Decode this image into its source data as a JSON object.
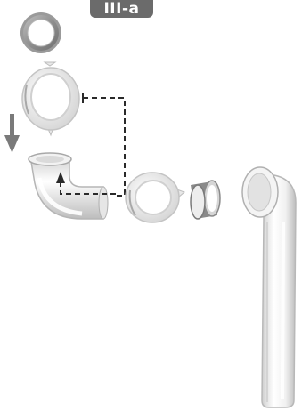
{
  "badge": {
    "label": "III-a"
  },
  "colors": {
    "pvc_light": "#f7f7f7",
    "pvc_mid": "#d8d8d8",
    "pvc_shadow": "#9a9a9a",
    "ring_gray": "#8a8a8a",
    "ring_inner": "#c9c9c9",
    "dashed_line": "#2a2a2a",
    "arrow_gray": "#7a7a7a",
    "badge_bg": "#6b6b6b"
  },
  "parts": [
    {
      "id": "slip-washer-top",
      "kind": "slip washer"
    },
    {
      "id": "slip-nut-vertical",
      "kind": "slip nut"
    },
    {
      "id": "elbow-fitting",
      "kind": "90 degree elbow"
    },
    {
      "id": "slip-nut-horizontal",
      "kind": "slip nut"
    },
    {
      "id": "slip-washer-horizontal",
      "kind": "slip washer"
    },
    {
      "id": "extension-tailpiece",
      "kind": "extension tube"
    }
  ],
  "icons": [
    "down-arrow-icon",
    "dashed-connector-arrow-icon"
  ]
}
